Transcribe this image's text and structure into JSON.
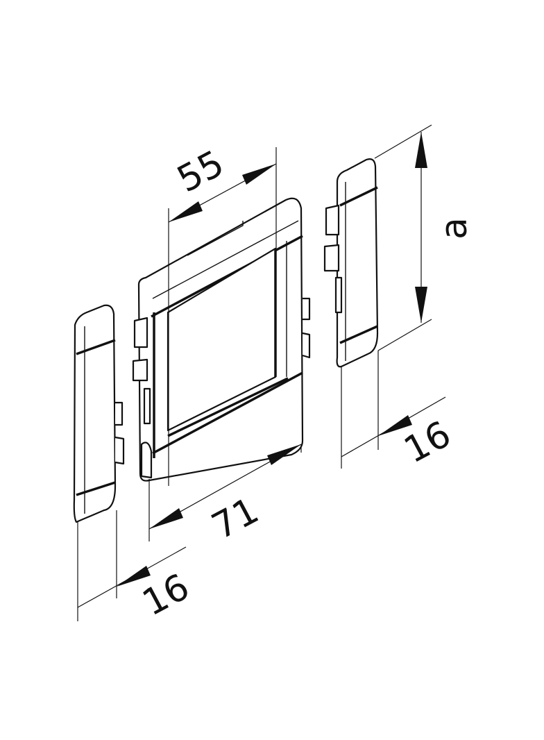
{
  "dimensions": {
    "frame_inner_width": "55",
    "frame_outer_width": "71",
    "left_end_piece_depth": "16",
    "right_end_piece_depth": "16",
    "height": "a"
  }
}
